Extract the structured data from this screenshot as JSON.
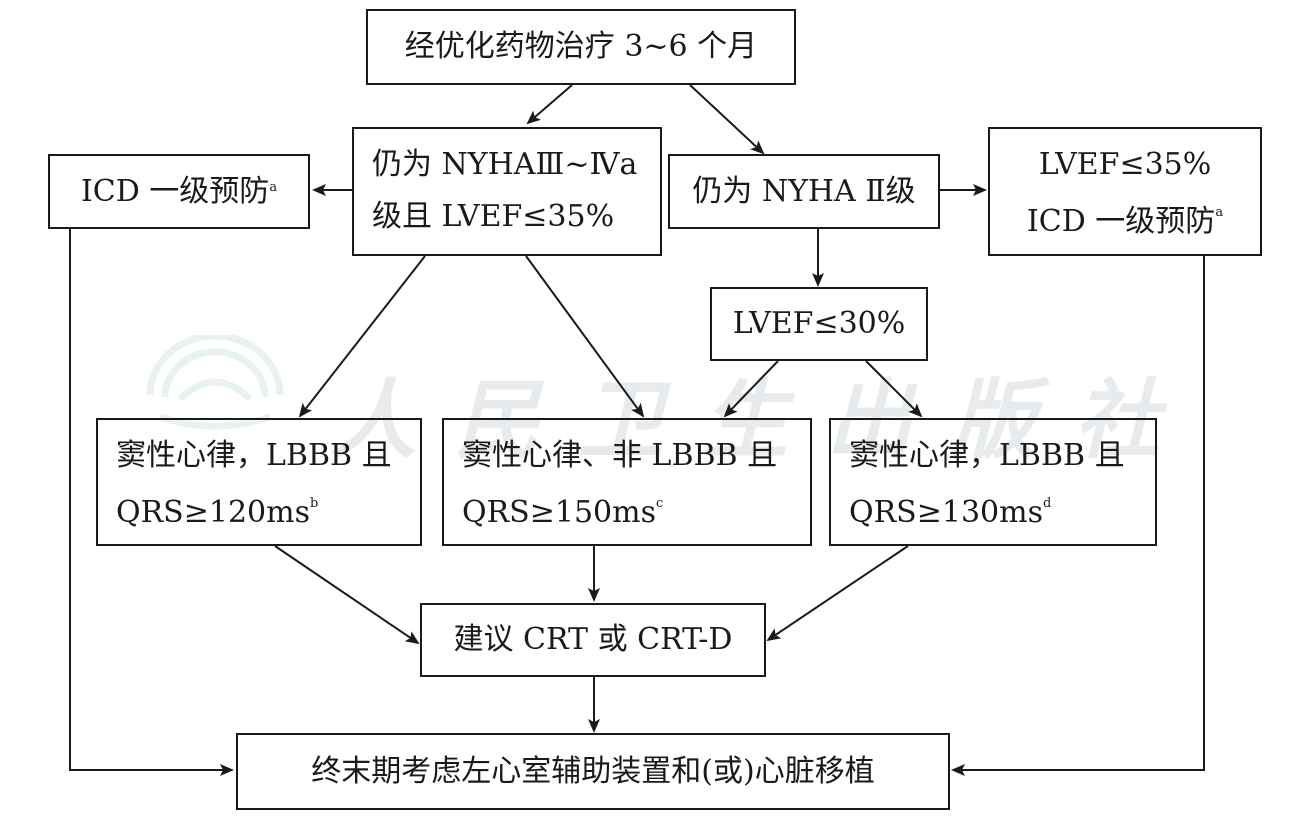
{
  "watermark": {
    "text": "人民卫生出版社"
  },
  "nodes": {
    "start": {
      "text": "经优化药物治疗 3~6 个月"
    },
    "icd_left": {
      "text": "ICD 一级预防",
      "sup": "a"
    },
    "nyha_3_4": {
      "line1": "仍为 NYHAⅢ~Ⅳa",
      "line2": "级且 LVEF≤35%"
    },
    "nyha_2": {
      "text": "仍为 NYHA Ⅱ级"
    },
    "icd_right": {
      "line1": "LVEF≤35%",
      "line2": "ICD 一级预防",
      "sup": "a"
    },
    "lvef30": {
      "text": "LVEF≤30%"
    },
    "sinus_lbbb_120": {
      "line1": "窦性心律，LBBB 且",
      "line2": "QRS≥120ms",
      "sup": "b"
    },
    "sinus_non_lbbb_150": {
      "line1": "窦性心律、非 LBBB 且",
      "line2": "QRS≥150ms",
      "sup": "c"
    },
    "sinus_lbbb_130": {
      "line1": "窦性心律，LBBB 且",
      "line2": "QRS≥130ms",
      "sup": "d"
    },
    "crt": {
      "text": "建议 CRT 或 CRT-D"
    },
    "final": {
      "text": "终末期考虑左心室辅助装置和(或)心脏移植"
    }
  }
}
